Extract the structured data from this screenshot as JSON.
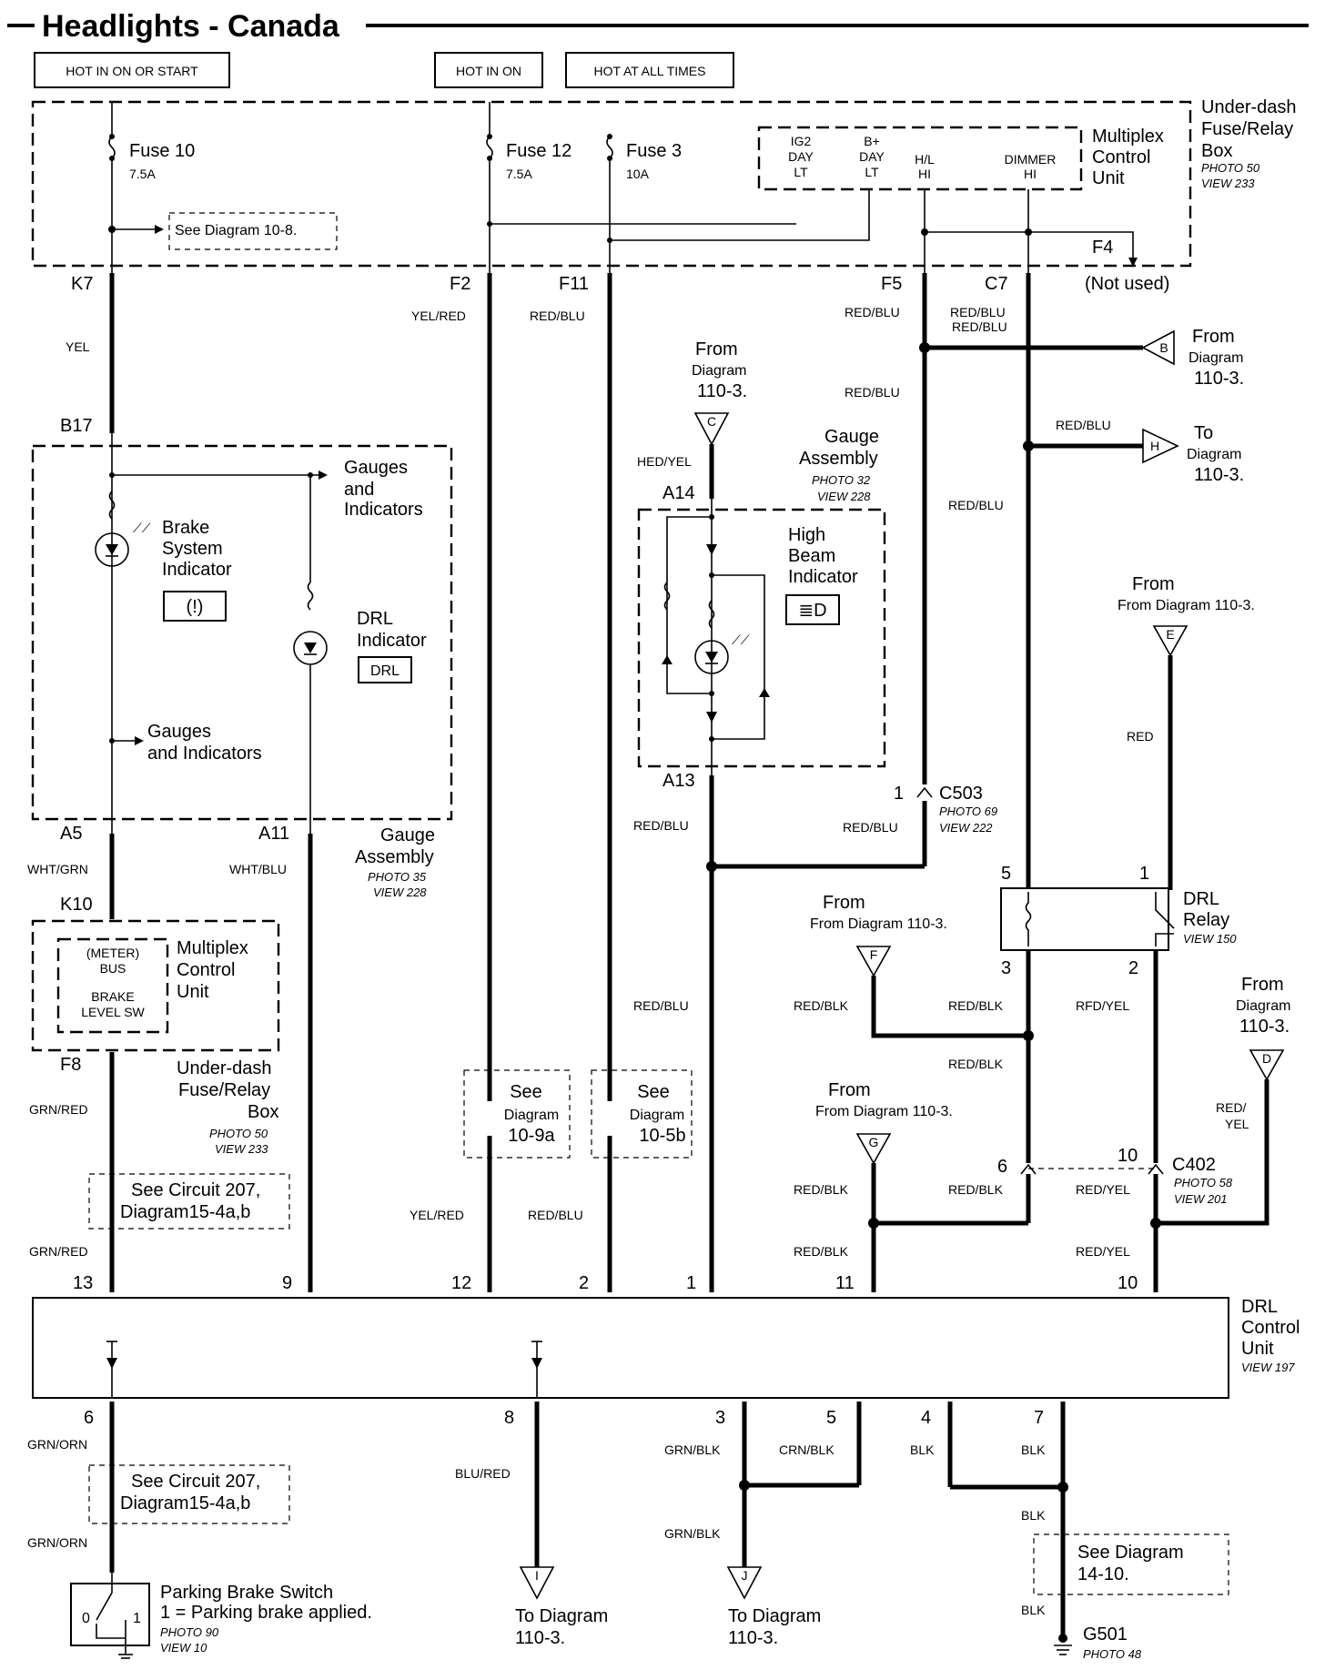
{
  "title": "Headlights - Canada",
  "power": {
    "hot_on_start": "HOT IN ON OR START",
    "hot_on": "HOT IN ON",
    "hot_always": "HOT AT ALL TIMES"
  },
  "fusebox": {
    "label": [
      "Under-dash",
      "Fuse/Relay",
      "Box"
    ],
    "photo": "PHOTO 50",
    "view": "VIEW 233",
    "fuse10": "Fuse 10",
    "fuse10_amp": "7.5A",
    "fuse12": "Fuse 12",
    "fuse12_amp": "7.5A",
    "fuse3": "Fuse 3",
    "fuse3_amp": "10A",
    "see": "See Diagram 10-8.",
    "f4": "F4",
    "not_used": "(Not used)"
  },
  "mcu_top": {
    "label": [
      "Multiplex",
      "Control",
      "Unit"
    ],
    "ig2": [
      "IG2",
      "DAY",
      "LT"
    ],
    "bplus": [
      "B+",
      "DAY",
      "LT"
    ],
    "hl": [
      "H/L",
      "HI"
    ],
    "dimmer": [
      "DIMMER",
      "HI"
    ]
  },
  "terminals": {
    "k7": "K7",
    "f2": "F2",
    "f11": "F11",
    "f5": "F5",
    "c7": "C7",
    "b17": "B17",
    "a5": "A5",
    "a11": "A11",
    "a14": "A14",
    "a13": "A13",
    "k10": "K10",
    "f8": "F8"
  },
  "wires": {
    "yel": "YEL",
    "yel_red": "YEL/RED",
    "red_blu": "RED/BLU",
    "red_yel": "RED/YEL",
    "wht_grn": "WHT/GRN",
    "wht_blu": "WHT/BLU",
    "grn_red": "GRN/RED",
    "red_blk": "RED/BLK",
    "red": "RED",
    "red_yel_split": [
      "RED/",
      "YEL"
    ],
    "grn_orn": "GRN/ORN",
    "blu_red": "BLU/RED",
    "grn_blk": "GRN/BLK",
    "crn_blk": "CRN/BLK",
    "blk": "BLK",
    "hed_yel": "HED/YEL",
    "rfd_yel": "RFD/YEL"
  },
  "gauge_left": {
    "gauges1": [
      "Gauges",
      "and",
      "Indicators"
    ],
    "brake": [
      "Brake",
      "System",
      "Indicator"
    ],
    "brake_symbol": "(!)",
    "drl": [
      "DRL",
      "Indicator"
    ],
    "drl_box": "DRL",
    "gauges2": [
      "Gauges",
      "and Indicators"
    ],
    "assembly": [
      "Gauge",
      "Assembly"
    ],
    "photo": "PHOTO 35",
    "view": "VIEW 228"
  },
  "gauge_mid": {
    "assembly": [
      "Gauge",
      "Assembly"
    ],
    "photo": "PHOTO 32",
    "view": "VIEW 228",
    "high_beam": [
      "High",
      "Beam",
      "Indicator"
    ],
    "symbol": "≣D"
  },
  "mcu_mid": {
    "label": [
      "Multiplex",
      "Control",
      "Unit"
    ],
    "meter_bus": [
      "(METER)",
      "BUS"
    ],
    "brake_sw": [
      "BRAKE",
      "LEVEL SW"
    ],
    "fusebox": [
      "Under-dash",
      "Fuse/Relay",
      "Box"
    ],
    "photo": "PHOTO 50",
    "view": "VIEW 233"
  },
  "refs": {
    "from_diagram": "From Diagram 110-3.",
    "from": "From",
    "diagram": "Diagram",
    "num": "110-3.",
    "to": "To",
    "to_diagram": "To Diagram",
    "see": "See",
    "see_diagram": "See Diagram",
    "d109a": "10-9a",
    "d105b": "10-5b",
    "circuit1": "See Circuit 207,",
    "circuit2": "Diagram15-4a,b",
    "d1410": "14-10.",
    "letters": {
      "b": "B",
      "c": "C",
      "h": "H",
      "e": "E",
      "f": "F",
      "g": "G",
      "d": "D",
      "i": "I",
      "j": "J"
    }
  },
  "connectors": {
    "c503": "C503",
    "c503_pin": "1",
    "c503_photo": "PHOTO 69",
    "c503_view": "VIEW 222",
    "c402": "C402",
    "c402_pin_l": "6",
    "c402_pin_r": "10",
    "c402_photo": "PHOTO 58",
    "c402_view": "VIEW 201"
  },
  "drl_relay": {
    "label": [
      "DRL",
      "Relay"
    ],
    "view": "VIEW 150",
    "pins": [
      "5",
      "1",
      "3",
      "2"
    ]
  },
  "drl_unit": {
    "label": [
      "DRL",
      "Control",
      "Unit"
    ],
    "view": "VIEW 197",
    "top_pins": [
      "13",
      "9",
      "12",
      "2",
      "1",
      "11",
      "10"
    ],
    "bottom_pins": [
      "6",
      "8",
      "3",
      "5",
      "4",
      "7"
    ]
  },
  "parking": {
    "label": "Parking Brake Switch",
    "desc": "1 =  Parking brake applied.",
    "photo": "PHOTO 90",
    "view": "VIEW 10",
    "pos0": "0",
    "pos1": "1"
  },
  "ground": {
    "label": "G501",
    "photo": "PHOTO 48"
  }
}
